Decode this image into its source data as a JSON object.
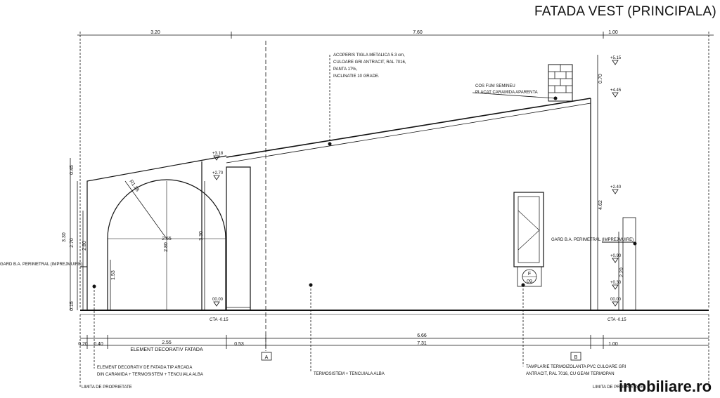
{
  "title": "FATADA VEST (PRINCIPALA)",
  "top_dims": [
    "3.20",
    "7.60",
    "1.00"
  ],
  "bottom_dims": {
    "small_a": "0.20",
    "small_b": "0.40",
    "arch_width": "2.55",
    "arch_label": "ELEMENT DECORATIV FATADA",
    "gap": "0.53",
    "wall_inner": "6.66",
    "wall_outer": "7.31",
    "right": "1.00"
  },
  "left_vertical_dims": [
    "0.45",
    "3.30",
    "2.70",
    "2.80",
    "0.15",
    "1.53"
  ],
  "arch_dims": {
    "radius": "R1.28",
    "width": "2.55",
    "height": "2.80",
    "pier_height": "3.30"
  },
  "right_vertical_dims": [
    "0.70",
    "4.62",
    "2.20"
  ],
  "levels_left": [
    "+3.18",
    "+2.70",
    "00.00",
    "CTA -0.15"
  ],
  "levels_right": [
    "+5.15",
    "+4.45",
    "+2.40",
    "+0.90",
    "+0.30",
    "00.00",
    "CTA -0.15"
  ],
  "notes": {
    "roof": [
      "ACOPERIS TIGLA METALICA 5.3 cm,",
      "CULOARE GRI ANTRACIT, RAL 7016,",
      "PANTA 17%,",
      "INCLINATIE 10 GRADE."
    ],
    "chimney": [
      "COS FUM SEMINEU",
      "PLACAT CARAMIDA APARENTA"
    ],
    "fence_left": "GARD B.A. PERIMETRAL (IMPREJMUIRE)",
    "fence_right": "GARD B.A. PERIMETRAL (IMPREJMUIRE)",
    "element": [
      "ELEMENT DECORATIV DE FATADA TIP ARCADA",
      "DIN CARAMIDA + TERMOSISTEM + TENCUIALA ALBA"
    ],
    "wall": "TERMOSISTEM + TENCUIALA ALBA",
    "window": [
      "TAMPLARIE TERMOIZOLANTA PVC CULOARE GRI",
      "ANTRACIT, RAL 7016, CU GEAM TERMOPAN"
    ],
    "limit_left": "LIMITA DE PROPRIETATE",
    "limit_right": "LIMITA DE PROPRIETATE"
  },
  "axis_labels": [
    "A",
    "B"
  ],
  "window_tag": {
    "letter": "F",
    "number": "09"
  },
  "watermark": "imobiliare.ro"
}
